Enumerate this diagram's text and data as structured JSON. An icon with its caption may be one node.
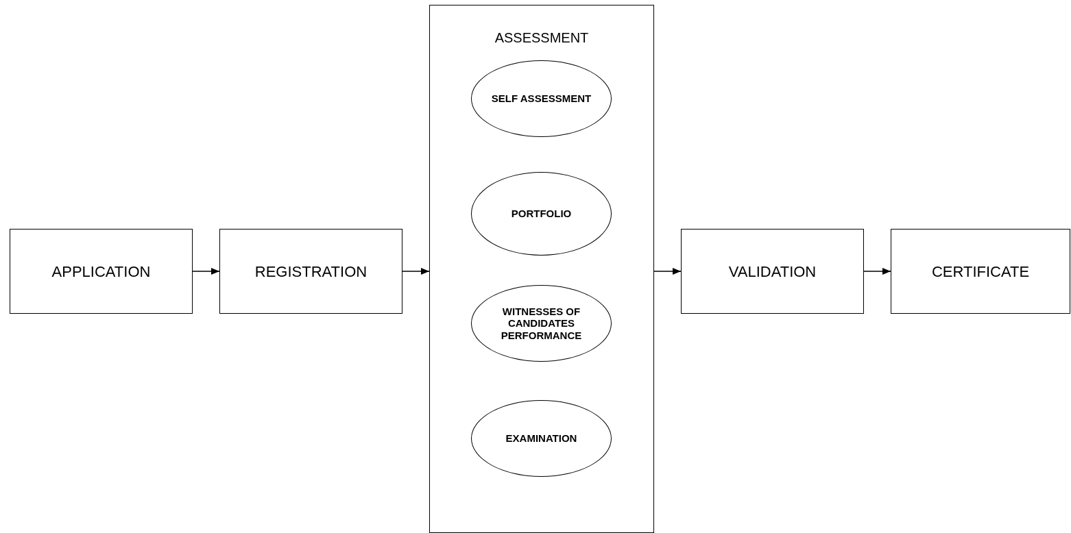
{
  "diagram": {
    "nodes": [
      {
        "text": [
          "APPLICATION"
        ]
      },
      {
        "text": [
          "REGISTRATION"
        ]
      },
      {
        "text": [
          "ASSESSMENT"
        ]
      },
      {
        "text": [
          "SELF ASSESSMENT"
        ],
        "in": 2
      },
      {
        "text": [
          "PORTFOLIO"
        ],
        "in": 2
      },
      {
        "text": [
          "WITNESSES OF CANDIDATES PERFORMANCE"
        ],
        "in": 2
      },
      {
        "text": [
          "EXAMINATION"
        ],
        "in": 2
      },
      {
        "text": [
          "VALIDATION"
        ]
      },
      {
        "text": [
          "CERTIFICATE"
        ]
      }
    ],
    "edges": [
      {
        "from": 0,
        "to": 1,
        "arrow": "to"
      },
      {
        "from": 1,
        "to": 2,
        "arrow": "to"
      },
      {
        "from": 2,
        "to": 7,
        "arrow": "to"
      },
      {
        "from": 7,
        "to": 8,
        "arrow": "to"
      }
    ]
  }
}
